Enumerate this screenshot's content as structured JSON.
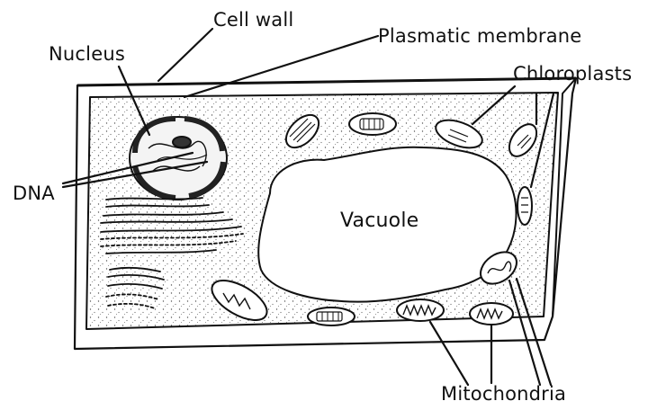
{
  "labels": {
    "cell_wall": "Cell wall",
    "plasmatic_membrane": "Plasmatic membrane",
    "nucleus": "Nucleus",
    "chloroplasts": "Chloroplasts",
    "dna": "DNA",
    "vacuole": "Vacuole",
    "mitochondria": "Mitochondria"
  }
}
